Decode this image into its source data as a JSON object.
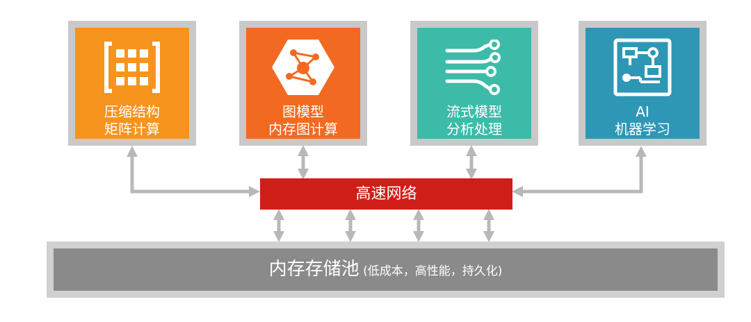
{
  "boxes": [
    {
      "id": "matrix",
      "color": "#f7941d",
      "icon": "matrix-grid-icon",
      "lines": [
        "压缩结构",
        "矩阵计算"
      ]
    },
    {
      "id": "graph",
      "color": "#f26a22",
      "icon": "graph-network-icon",
      "lines": [
        "图模型",
        "内存图计算"
      ]
    },
    {
      "id": "stream",
      "color": "#3dbba9",
      "icon": "stream-flow-icon",
      "lines": [
        "流式模型",
        "分析处理"
      ]
    },
    {
      "id": "ai",
      "color": "#2f97b6",
      "icon": "circuit-board-icon",
      "lines": [
        "AI",
        "机器学习"
      ]
    }
  ],
  "network": {
    "label": "高速网络",
    "color": "#cf1e17"
  },
  "pool": {
    "label": "内存存储池",
    "note": " (低成本，高性能，持久化)"
  },
  "colors": {
    "arrow": "#b8b8b8",
    "frame": "#c9c9c9"
  }
}
